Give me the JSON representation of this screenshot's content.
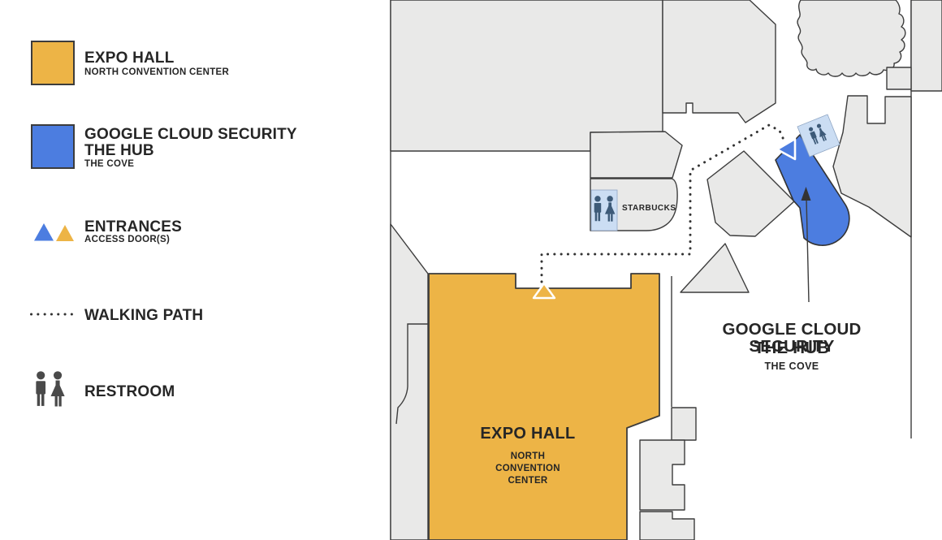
{
  "colors": {
    "expo_yellow": "#EDB446",
    "hub_blue": "#4C7DE0",
    "restroom_blue_bg": "#CBDDF3",
    "building_gray": "#E9E9E8",
    "outline": "#3C3C3C",
    "text": "#262626"
  },
  "legend": {
    "expo": {
      "title": "EXPO HALL",
      "subtitle": "NORTH CONVENTION CENTER"
    },
    "hub": {
      "title_line1": "GOOGLE CLOUD SECURITY",
      "title_line2": "THE HUB",
      "subtitle": "THE COVE"
    },
    "entrances": {
      "title": "ENTRANCES",
      "subtitle": "ACCESS DOOR(S)"
    },
    "walking_path": {
      "title": "WALKING PATH"
    },
    "restroom": {
      "title": "RESTROOM"
    }
  },
  "map": {
    "expo_hall": {
      "title": "EXPO HALL",
      "subtitle_lines": [
        "NORTH",
        "CONVENTION",
        "CENTER"
      ]
    },
    "hub_label": {
      "line1": "GOOGLE CLOUD SECURITY",
      "line2": "THE HUB",
      "subtitle": "THE COVE"
    },
    "starbucks_label": "STARBUCKS"
  }
}
